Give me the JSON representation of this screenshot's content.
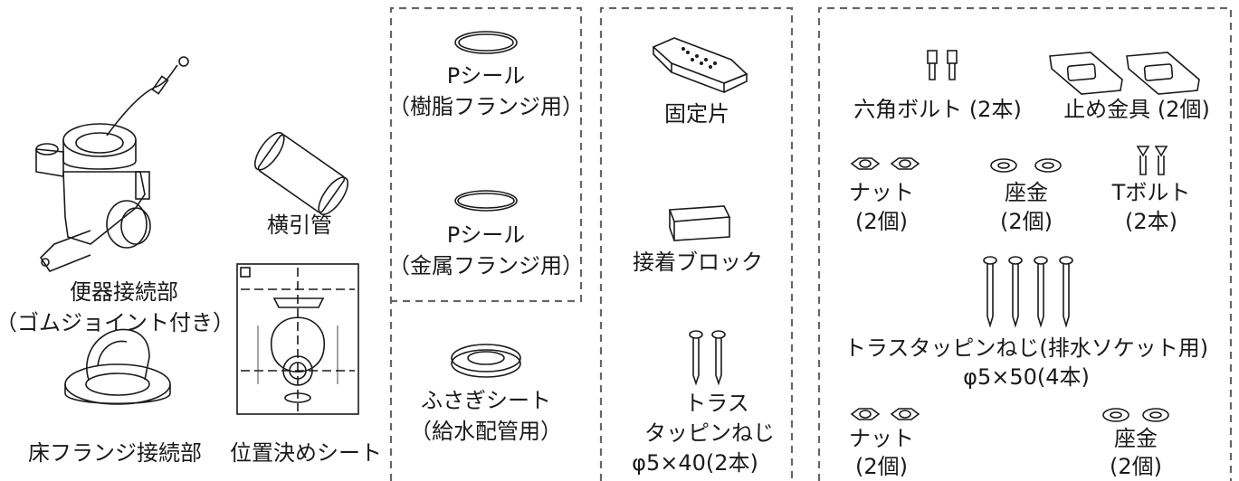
{
  "parts": {
    "toilet_connector": {
      "line1": "便器接続部",
      "line2": "（ゴムジョイント付き）"
    },
    "floor_flange_connector": {
      "label": "床フランジ接続部"
    },
    "horizontal_pipe": {
      "label": "横引管"
    },
    "positioning_sheet": {
      "label": "位置決めシート"
    },
    "p_seal_resin": {
      "line1": "Pシール",
      "line2": "（樹脂フランジ用）"
    },
    "p_seal_metal": {
      "line1": "Pシール",
      "line2": "（金属フランジ用）"
    },
    "cover_sheet": {
      "line1": "ふさぎシート",
      "line2": "（給水配管用）"
    },
    "fixing_piece": {
      "label": "固定片"
    },
    "adhesive_block": {
      "label": "接着ブロック"
    },
    "truss_screw_40": {
      "line1": "トラス",
      "line2": "タッピンねじ",
      "line3": "φ5×40(2本)"
    },
    "hex_bolt": {
      "label": "六角ボルト (2本)"
    },
    "stopper_bracket": {
      "label": "止め金具 (2個)"
    },
    "nut_upper": {
      "line1": "ナット",
      "line2": "(2個)"
    },
    "washer_upper": {
      "line1": "座金",
      "line2": "(2個)"
    },
    "t_bolt": {
      "line1": "Tボルト",
      "line2": "(2本)"
    },
    "truss_screw_50": {
      "line1": "トラスタッピンねじ(排水ソケット用)",
      "line2": "φ5×50(4本)"
    },
    "nut_lower": {
      "line1": "ナット",
      "line2": "(2個)"
    },
    "washer_lower": {
      "line1": "座金",
      "line2": "(2個)"
    }
  }
}
